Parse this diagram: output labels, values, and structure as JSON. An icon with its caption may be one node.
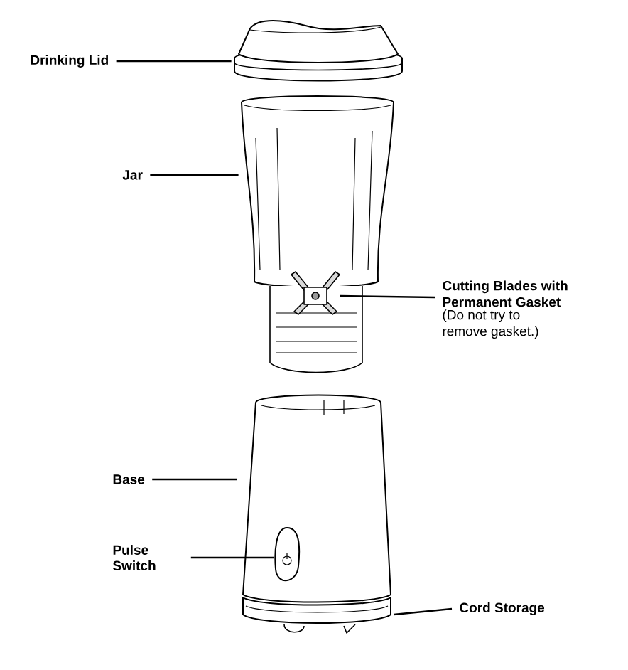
{
  "diagram": {
    "nodes": [
      {
        "text": [
          "Drinking Lid"
        ]
      },
      {
        "text": [],
        "shape": "picture"
      },
      {
        "text": [
          "Jar"
        ]
      },
      {
        "text": [],
        "shape": "picture"
      },
      {
        "text": [
          "Cutting Blades with Permanent Gasket",
          "(Do not try to remove gasket.)"
        ]
      },
      {
        "text": [],
        "shape": "picture"
      },
      {
        "text": [
          "Base"
        ]
      },
      {
        "text": [],
        "shape": "picture"
      },
      {
        "text": [
          "Pulse Switch"
        ]
      },
      {
        "text": [],
        "shape": "picture",
        "in": 7
      },
      {
        "text": [
          "Cord Storage"
        ]
      },
      {
        "text": [],
        "shape": "picture"
      }
    ],
    "edges": [
      {
        "from": 0,
        "to": 1,
        "arrow": "none"
      },
      {
        "from": 2,
        "to": 3,
        "arrow": "none"
      },
      {
        "from": 4,
        "to": 5,
        "arrow": "none"
      },
      {
        "from": 6,
        "to": 7,
        "arrow": "none"
      },
      {
        "from": 8,
        "to": 9,
        "arrow": "none"
      },
      {
        "from": 10,
        "to": 11,
        "arrow": "none"
      }
    ]
  }
}
